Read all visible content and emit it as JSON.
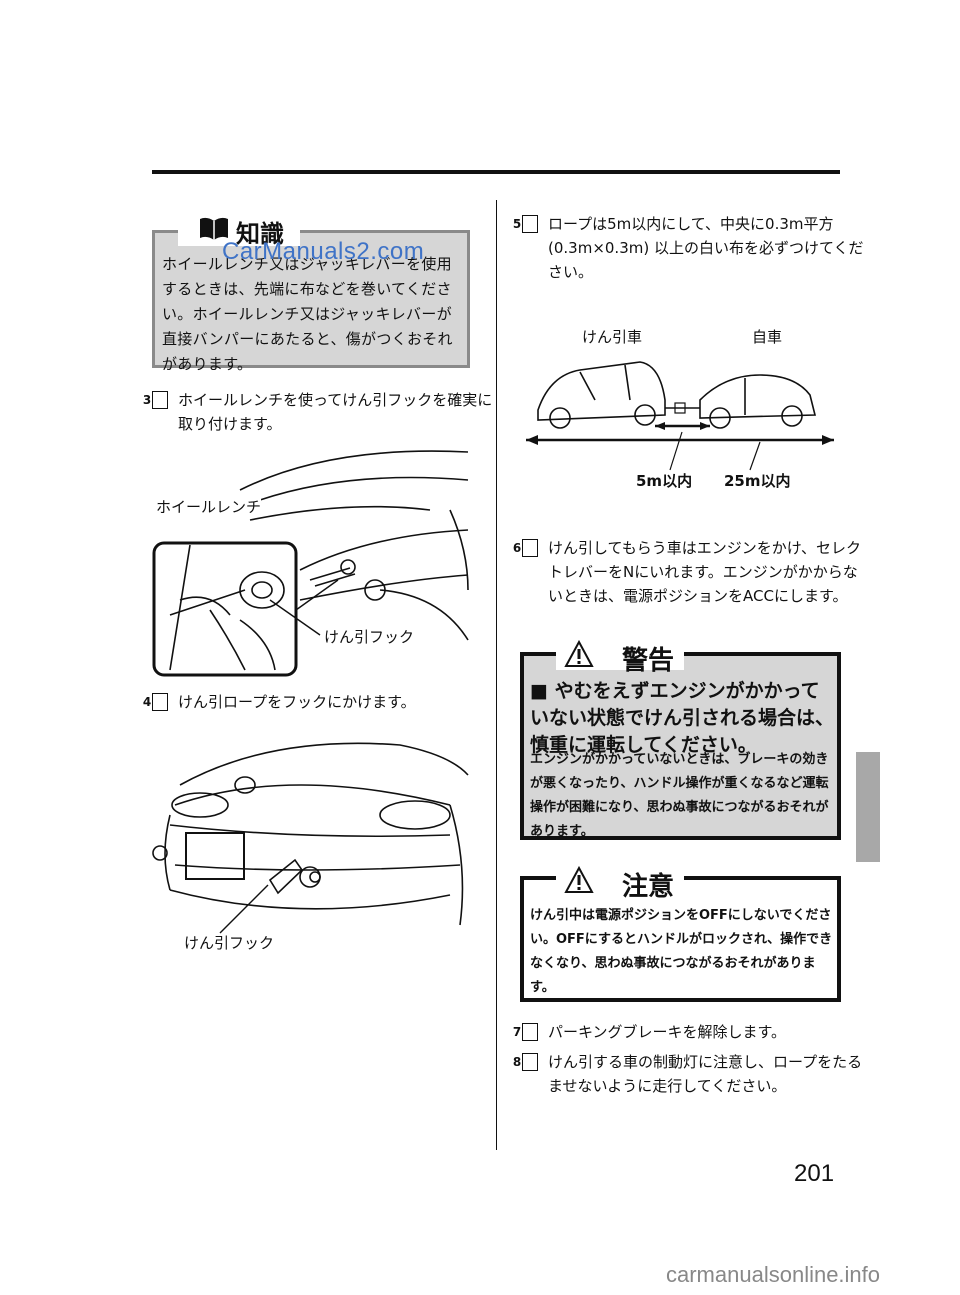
{
  "tip": {
    "title": "知識",
    "watermark": "CarManuals2.com",
    "body": "ホイールレンチ又はジャッキレバーを使用するときは、先端に布などを巻いてください。ホイールレンチ又はジャッキレバーが直接バンパーにあたると、傷がつくおそれがあります。"
  },
  "steps": {
    "s3": {
      "num": "3",
      "text": "ホイールレンチを使ってけん引フックを確実に取り付けます。"
    },
    "s4": {
      "num": "4",
      "text": "けん引ロープをフックにかけます。"
    },
    "s5": {
      "num": "5",
      "text": "ロープは5m以内にして、中央に0.3m平方(0.3m×0.3m) 以上の白い布を必ずつけてください。"
    },
    "s6": {
      "num": "6",
      "text": "けん引してもらう車はエンジンをかけ、セレクトレバーをNにいれます。エンジンがかからないときは、電源ポジションをACCにします。"
    },
    "s7": {
      "num": "7",
      "text": "パーキングブレーキを解除します。"
    },
    "s8": {
      "num": "8",
      "text": "けん引する車の制動灯に注意し、ロープをたるませないように走行してください。"
    }
  },
  "figures": {
    "wrench": {
      "label_wrench": "ホイールレンチ",
      "label_hook": "けん引フック"
    },
    "hook": {
      "label_hook": "けん引フック"
    },
    "tow": {
      "label_tow_car": "けん引車",
      "label_own_car": "自車",
      "label_5m": "5m以内",
      "label_25m": "25m以内"
    }
  },
  "warning": {
    "title": "警告",
    "lead": "■ やむをえずエンジンがかかっていない状態でけん引される場合は、慎重に運転してください。",
    "body": "エンジンがかかっていないときは、ブレーキの効きが悪くなったり、ハンドル操作が重くなるなど運転操作が困難になり、思わぬ事故につながるおそれがあります。"
  },
  "caution": {
    "title": "注意",
    "body": "けん引中は電源ポジションをOFFにしないでください。OFFにするとハンドルがロックされ、操作できなくなり、思わぬ事故につながるおそれがあります。"
  },
  "page_number": "201",
  "footer": "carmanualsonline.info",
  "colors": {
    "box_gray": "#d6d6d6",
    "watermark_blue": "#3f73c7",
    "thumb_tab": "#a8a8a8"
  }
}
